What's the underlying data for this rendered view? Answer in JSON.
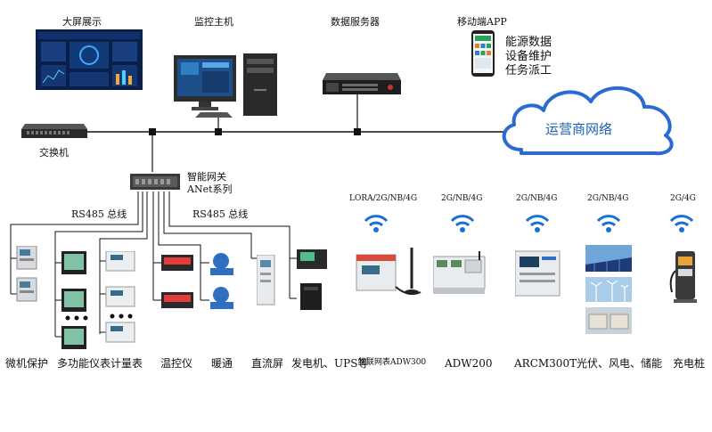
{
  "top": {
    "big_screen": "大屏展示",
    "monitor_host": "监控主机",
    "data_server": "数据服务器",
    "mobile_app": "移动端APP",
    "app_features": [
      "能源数据",
      "设备维护",
      "任务派工"
    ],
    "carrier_network": "运营商网络",
    "switch": "交换机"
  },
  "gateway": {
    "line1": "智能网关",
    "line2": "ANet系列"
  },
  "bus": {
    "left": "RS485 总线",
    "right": "RS485 总线"
  },
  "bottom_labels": [
    "微机保护",
    "多功能仪表",
    "计量表",
    "温控仪",
    "暖通",
    "直流屏",
    "发电机、UPS等",
    "物联网表ADW300",
    "ADW200",
    "ARCM300T",
    "光伏、风电、储能",
    "充电桩"
  ],
  "wireless": [
    "LORA/2G/NB/4G",
    "2G/NB/4G",
    "2G/NB/4G",
    "2G/NB/4G",
    "2G/4G"
  ],
  "colors": {
    "line": "#111111",
    "cloud": "#2a6bd1",
    "wifi": "#1a6fd6",
    "device": "#d9dde2"
  }
}
